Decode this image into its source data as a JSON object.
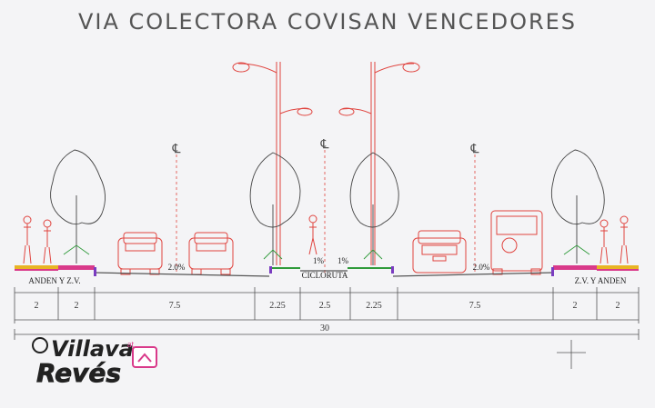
{
  "title": "VIA COLECTORA COVISAN VENCEDORES",
  "labels": {
    "left_side": "ANDEN Y Z.V.",
    "right_side": "Z.V. Y ANDEN",
    "center": "CICLORUTA",
    "slope_left": "2.0%",
    "slope_right": "2.0%",
    "slope_center_left": "1%",
    "slope_center_right": "1%",
    "centerline_symbol": "℄"
  },
  "dimensions": [
    "2",
    "2",
    "7.5",
    "2.25",
    "2.5",
    "2.25",
    "7.5",
    "2",
    "2"
  ],
  "total_width": "30",
  "logo": {
    "line1": "Villava",
    "at": "at",
    "line2": "Revés"
  },
  "colors": {
    "red": "#e0443f",
    "pink": "#d93a8a",
    "green": "#2f9a3a",
    "gray": "#555555"
  }
}
